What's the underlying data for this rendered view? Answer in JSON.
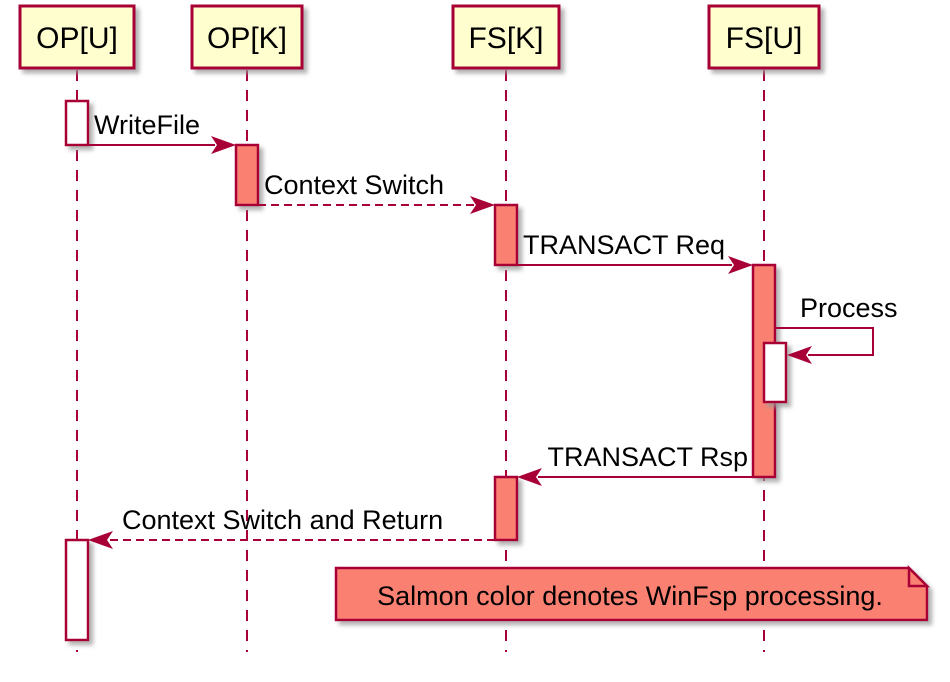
{
  "diagram": {
    "type": "uml-sequence",
    "participants": [
      {
        "label": "OP[U]"
      },
      {
        "label": "OP[K]"
      },
      {
        "label": "FS[K]"
      },
      {
        "label": "FS[U]"
      }
    ],
    "messages": [
      {
        "label": "WriteFile",
        "from": "OP[U]",
        "to": "OP[K]",
        "line": "solid"
      },
      {
        "label": "Context Switch",
        "from": "OP[K]",
        "to": "FS[K]",
        "line": "dashed"
      },
      {
        "label": "TRANSACT Req",
        "from": "FS[K]",
        "to": "FS[U]",
        "line": "solid"
      },
      {
        "label": "Process",
        "from": "FS[U]",
        "to": "FS[U]",
        "line": "self"
      },
      {
        "label": "TRANSACT Rsp",
        "from": "FS[U]",
        "to": "FS[K]",
        "line": "solid"
      },
      {
        "label": "Context Switch and Return",
        "from": "FS[K]",
        "to": "OP[U]",
        "line": "dashed"
      }
    ],
    "note": {
      "text": "Salmon color denotes WinFsp processing."
    },
    "colors": {
      "participant_fill": "#FEFECE",
      "stroke": "#A80036",
      "salmon": "#FA8072",
      "activation_white": "#FFFFFF",
      "text": "#000000",
      "background": "#FFFFFF"
    }
  }
}
